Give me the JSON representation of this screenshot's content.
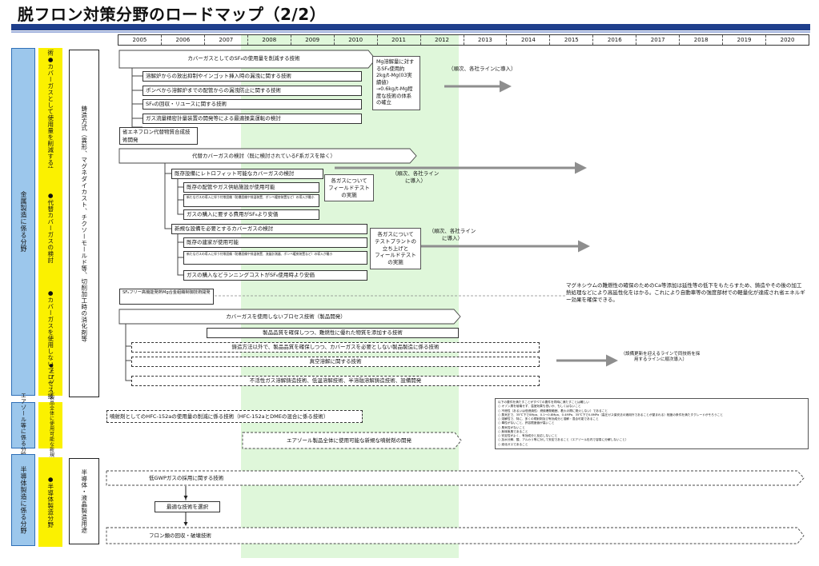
{
  "page": {
    "title": "脱フロン対策分野のロードマップ（2/2）"
  },
  "years": [
    "2005",
    "2006",
    "2007",
    "2008",
    "2009",
    "2010",
    "2011",
    "2012",
    "2013",
    "2014",
    "2015",
    "2016",
    "2017",
    "2018",
    "2019",
    "2020"
  ],
  "sectors": {
    "metal": "金属製造に係る分野",
    "aerosol": "エアゾール等に係る分野",
    "semi": "半導体製造に係る分野"
  },
  "themes": {
    "t1": "術●カバーガスとして使用量を削減する技術",
    "t2": "●代替カバーガスの検討",
    "t3": "●カバーガスを使用しないプロセス技",
    "t4": "●エアゾール製品全体に使用可能な新規噴射剤の開発",
    "t5": "●半導体製造分野"
  },
  "processes": {
    "casting": "鋳造方式（異形、マグネダイカスト、チクソーモールド等、切削加工時の消化剤等",
    "semi": "半導体・液晶製造用途"
  },
  "metal": {
    "arrow1": "カバーガスとしてのSF₆の使用量を削減する技術",
    "b1": "溶解炉からの放出抑制やインゴット挿入時の漏洩に関する技術",
    "b2": "ポンベから溶解炉までの配管からの漏洩防止に関する技術",
    "b3": "SF₆の回収・リユースに関する技術",
    "b4": "ガス流量精密計量装置の開発等による最適操業運転の検討",
    "b5": "省エネフロン代替物質合成技術開発",
    "note1": "Mg溶解量に対するSF₆使用約2kg/t-Mg(03実績値)\n→0.6kg/t-Mg程度な技術の体系の確立",
    "label1": "（順次、各社ラインに導入）",
    "arrow2": "代替カバーガスの検討（既に検討されているF系ガスを除く）",
    "c1": "既存設備にレトロフィット可能なカバーガスの検討",
    "c1a": "既存の配管やガス供給施設が使用可能",
    "c1b": "新たなガスの導入に伴う付帯設備（防爆設備や排温装置、ボンベ暖房装置など）の導入が最小",
    "c1c": "ガスの購入に要する費用がSF₆より安価",
    "note2": "各ガスについて\nフィールドテスト\nの実施",
    "label2": "（順次、各社ラインに導入）",
    "c2": "新規な設備を必要とするカバーガスの検討",
    "c2a": "既存の建家が使用可能",
    "c2b": "新たなガスの導入に伴う付帯設備（防爆設備や排温装置、流量計測器、ボンベ暖房装置など）の導入が最小",
    "c2c": "ガスの購入などランニングコストがSF₆使用時より安価",
    "note3": "各ガスについて\nテストプラントの\n立ち上げと\nフィールドテスト\nの実施",
    "label3": "（順次、各社ラインに導入）",
    "d1": "SF₆フリー高機能発熱Mg合金組織制御技術開発",
    "d1note": "マグネシウムの難燃性の確保のためのCa等添加は延性等の低下をもたらすため、鋳造やその後の加工熱処理などにより高延性化をはかる。これにより自動車等の強度部材での軽量化が達成され省エネルギー効果を確保できる。",
    "arrow3": "カバーガスを使用しないプロセス技術（製品開発）",
    "e1": "製品品質を確保しつつ、難燃性に優れた物質を添加する技術",
    "e2": "鋳造方法以外で、製品品質を確保しつつ、カバーガスを必要としない製品製造に係る技術",
    "e3": "真空溶解に関する技術",
    "e4": "不活性ガス溶解鋳造技術、低温溶解技術、半溶融溶解鋳造技術、設備開発",
    "label4": "（設備更新を迎えるラインで同技術を採用するラインに順次導入）"
  },
  "aerosol": {
    "a1": "噴射剤としてのHFC-152aの使用量の削減に係る技術（HFC-152aとDMEの混合に係る技術）",
    "a2": "エアゾール製品全体に使用可能な新規な噴射剤の開発",
    "conds": [
      "以下の要件を満たすことがすべての要件を同時に満たすことは難しい",
      "○ オゾン層を破壊せず、温室効果も低いか、もしくはないこと",
      "○ 不燃性（あるいは低燃焼性：燃焼爆発範囲、着火の際に発火しない）であること",
      "○ 蒸気圧で、35℃下で0Mpa、0.1〜0.8Mpa、0.4MPa、35℃下で0.8MPa（高圧ガス保安法の適用外であることが望まれる）程度の条件を満たすグレードがそろうこと",
      "○ 溶解性で、特に、多くの噴射剤及び有効成分と溶解・混合可能であること",
      "○ 毒性がないこと、許容限度値が高いこと",
      "○ 臭気性がないこと",
      "○ 無味無臭であること",
      "○ 安定性がよく、有効成分と反応しないこと",
      "○ 加水分解、酸、アルカリ等に対して安定であること（エアゾール缶内で容易に分解しないこと）",
      "○ 液化ガスであること"
    ]
  },
  "semi": {
    "s1": "低GWPガスの採用に関する技術",
    "s2": "最適な技術を選択",
    "s3": "フロン類の回収・破壊技術"
  },
  "colors": {
    "title_bar": "#1f3f8c",
    "band": "#dff7da",
    "sector": "#9cc7ec",
    "theme": "#fbf100",
    "arrow": "#8e8e8e"
  },
  "icons": [
    "right-arrow-icon",
    "down-arrow-icon"
  ]
}
